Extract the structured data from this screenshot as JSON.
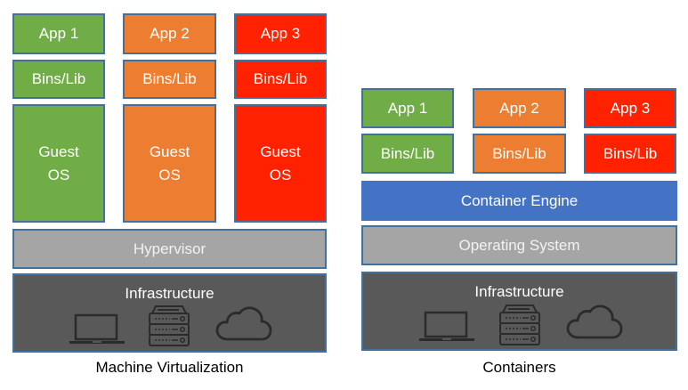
{
  "diagrams": [
    {
      "caption": "Machine Virtualization",
      "apps": [
        {
          "app": "App 1",
          "bins": "Bins/Lib",
          "guest_os": [
            "Guest",
            "OS"
          ],
          "color": "#70ad47"
        },
        {
          "app": "App 2",
          "bins": "Bins/Lib",
          "guest_os": [
            "Guest",
            "OS"
          ],
          "color": "#ed7d31"
        },
        {
          "app": "App 3",
          "bins": "Bins/Lib",
          "guest_os": [
            "Guest",
            "OS"
          ],
          "color": "#ff2100"
        }
      ],
      "layers": [
        "Hypervisor"
      ],
      "infrastructure": {
        "label": "Infrastructure",
        "icons": [
          "laptop-icon",
          "server-icon",
          "cloud-icon"
        ]
      }
    },
    {
      "caption": "Containers",
      "apps": [
        {
          "app": "App 1",
          "bins": "Bins/Lib",
          "color": "#70ad47"
        },
        {
          "app": "App 2",
          "bins": "Bins/Lib",
          "color": "#ed7d31"
        },
        {
          "app": "App 3",
          "bins": "Bins/Lib",
          "color": "#ff2100"
        }
      ],
      "layers": [
        "Container Engine",
        "Operating System"
      ],
      "infrastructure": {
        "label": "Infrastructure",
        "icons": [
          "laptop-icon",
          "server-icon",
          "cloud-icon"
        ]
      }
    }
  ],
  "colors": {
    "green": "#70ad47",
    "orange": "#ed7d31",
    "red": "#ff2100",
    "gray": "#a5a5a5",
    "blue": "#4472c4",
    "dark": "#595959",
    "border": "#41719c"
  }
}
